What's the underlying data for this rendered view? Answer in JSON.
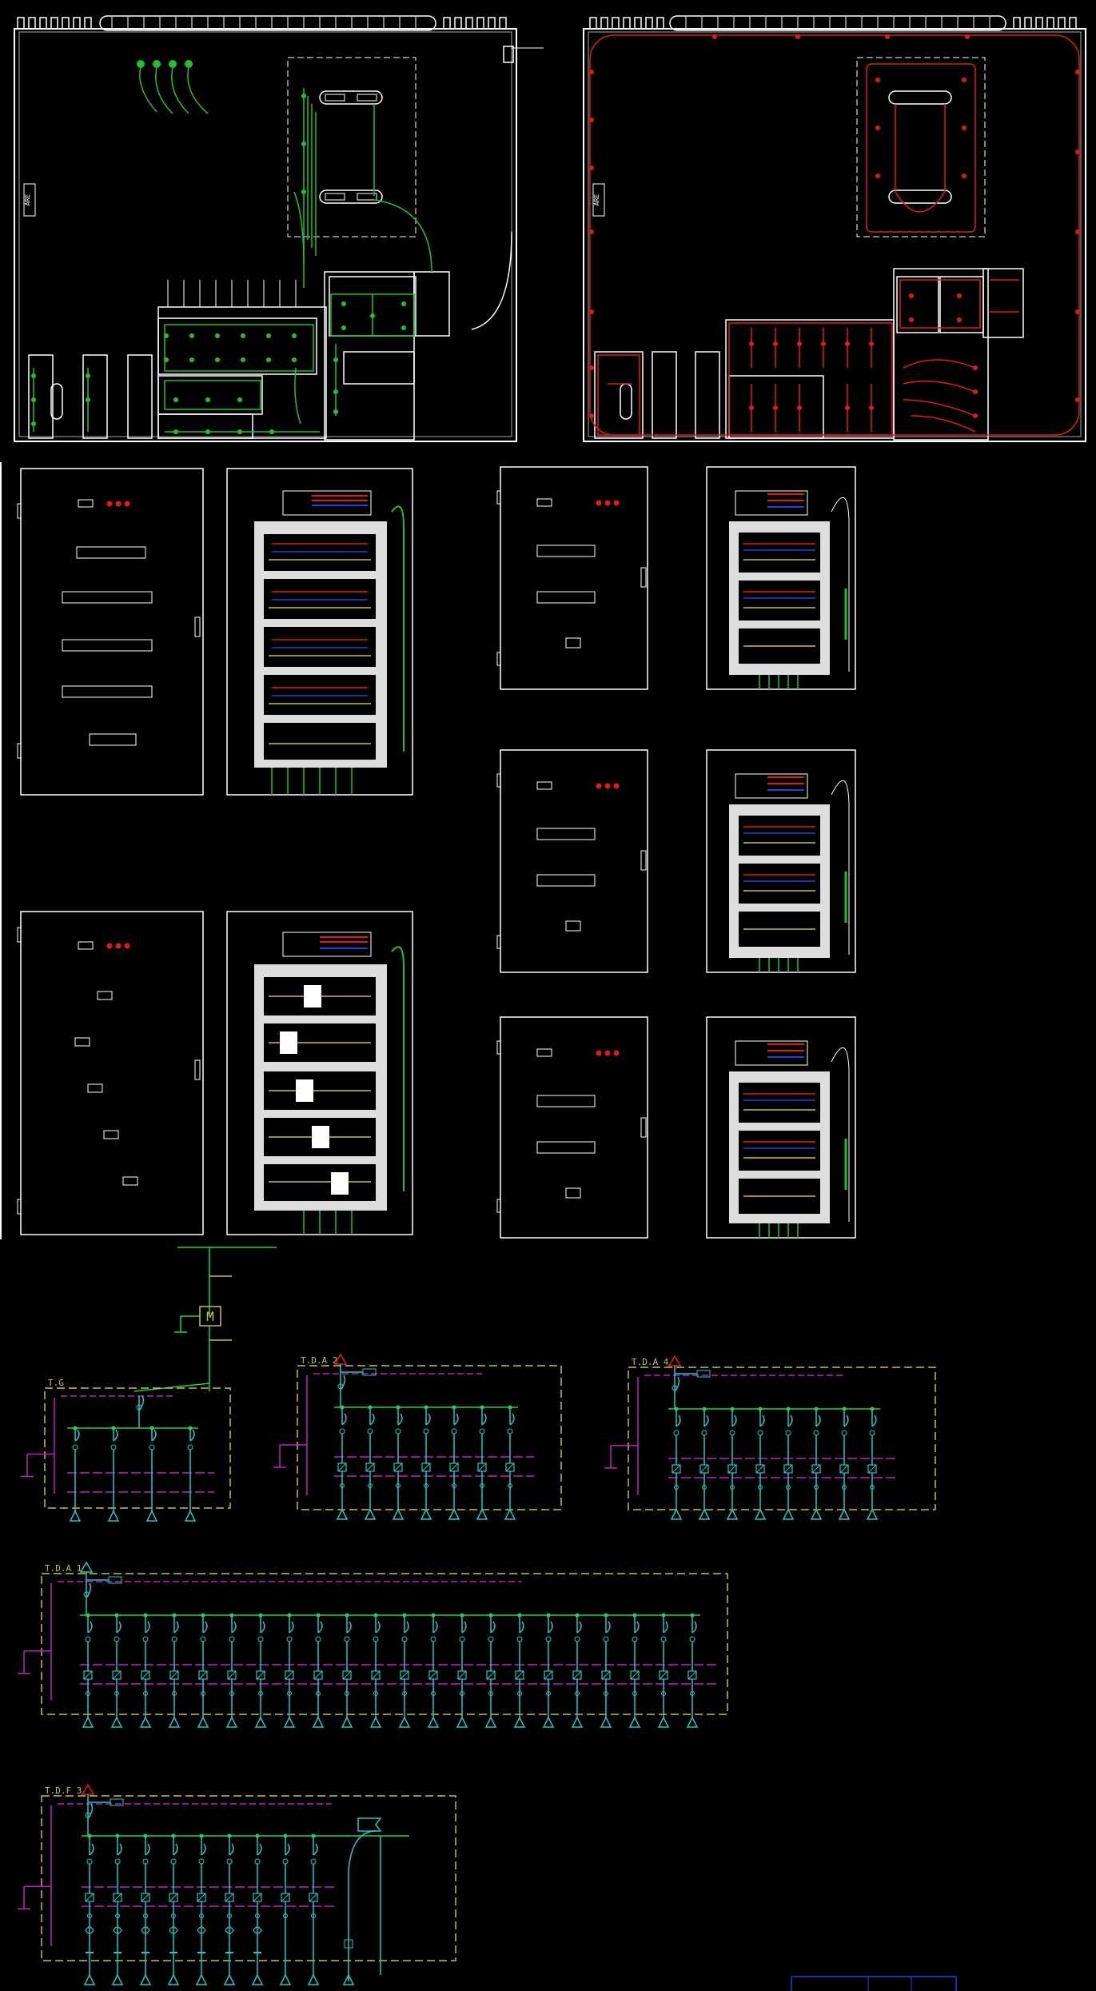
{
  "drawing": {
    "plans": [
      {
        "id": "plan-lighting",
        "stamp": "ARE"
      },
      {
        "id": "plan-power",
        "stamp": "ARE"
      }
    ],
    "boards": [
      {
        "id": "board-tg",
        "label": "T.G"
      },
      {
        "id": "board-tda2",
        "label": "T.D.A 2"
      },
      {
        "id": "board-tda4",
        "label": "T.D.A 4"
      },
      {
        "id": "board-tda1",
        "label": "T.D.A 1"
      },
      {
        "id": "board-tdf3",
        "label": "T.D.F 3"
      }
    ],
    "meter_label": "M",
    "colors": {
      "background": "#000000",
      "outline": "#ffffff",
      "lighting": "#22c02a",
      "power": "#e01a1a",
      "busbar": "#22d04a",
      "cyan": "#20c8c8",
      "magenta": "#c020c0",
      "yellow": "#c8c040"
    }
  }
}
